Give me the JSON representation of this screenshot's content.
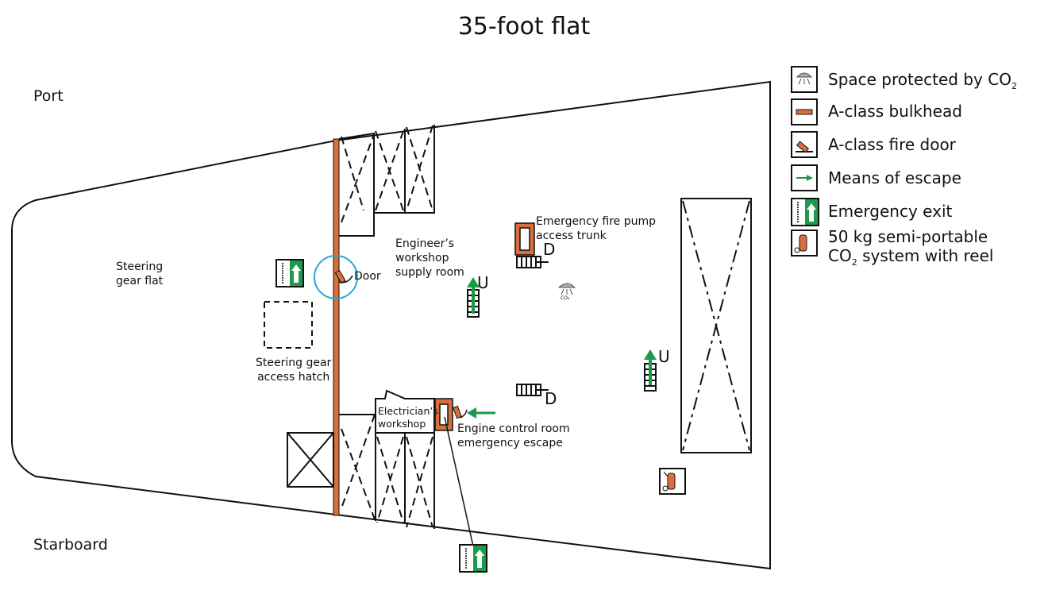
{
  "title": "35-foot flat",
  "sides": {
    "port": "Port",
    "starboard": "Starboard"
  },
  "labels": {
    "steering_gear_flat": [
      "Steering",
      "gear flat"
    ],
    "door": "Door",
    "engineers_workshop": [
      "Engineer’s",
      "workshop",
      "supply room"
    ],
    "fire_pump": [
      "Emergency fire pump",
      "access trunk"
    ],
    "steering_hatch": [
      "Steering gear",
      "access hatch"
    ],
    "electricians_workshop": [
      "Electrician’s",
      "workshop"
    ],
    "ecr_escape": [
      "Engine control room",
      "emergency escape"
    ],
    "ladder_up": "U",
    "ladder_down": "D",
    "co2_small": "CO₂"
  },
  "legend": [
    {
      "icon": "co2-nozzle-icon",
      "label": "Space protected by CO",
      "sub": "2"
    },
    {
      "icon": "bulkhead-icon",
      "label": "A-class bulkhead"
    },
    {
      "icon": "fire-door-icon",
      "label": "A-class fire door"
    },
    {
      "icon": "escape-arrow-icon",
      "label": "Means of escape"
    },
    {
      "icon": "emergency-exit-icon",
      "label": "Emergency exit"
    },
    {
      "icon": "co2-cylinder-icon",
      "label_line1": "50 kg semi-portable",
      "label_line2_pre": "CO",
      "sub": "2",
      "label_line2_post": " system with reel"
    }
  ],
  "colors": {
    "bulkhead": "#d9703c",
    "escape": "#1a9a4a",
    "door_circle": "#2aa3d8",
    "line": "#111111"
  }
}
